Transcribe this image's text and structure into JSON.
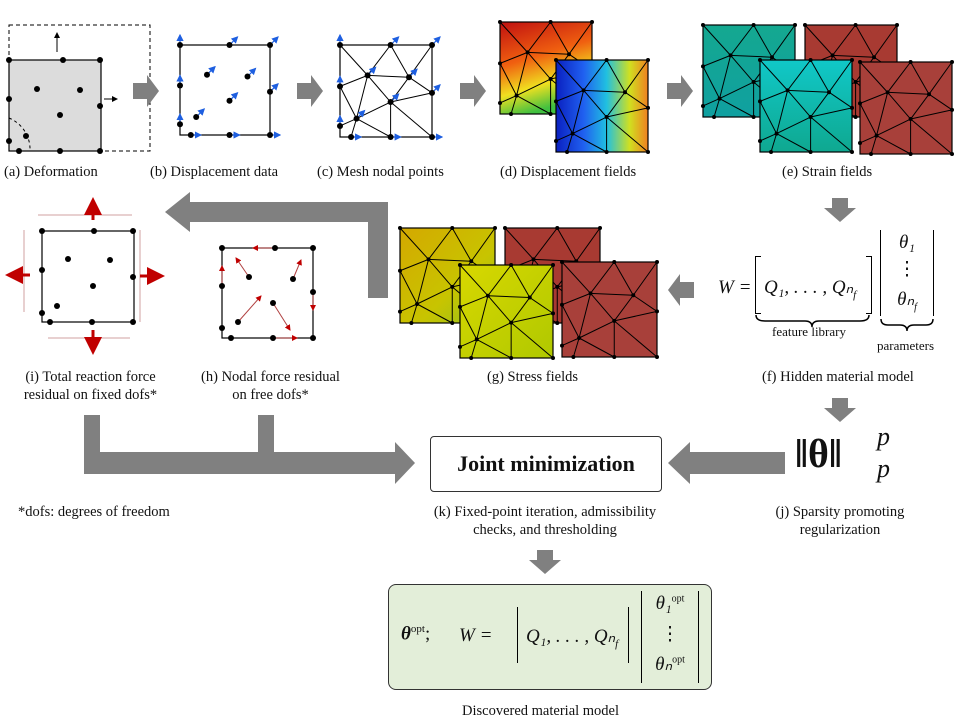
{
  "panels": {
    "a": "(a) Deformation",
    "b": "(b) Displacement data",
    "c": "(c) Mesh nodal points",
    "d": "(d) Displacement fields",
    "e": "(e) Strain fields",
    "f": "(f) Hidden material model",
    "g": "(g) Stress fields",
    "h1": "(h) Nodal force residual",
    "h2": "on free dofs*",
    "i1": "(i) Total reaction force",
    "i2": "residual on fixed dofs*",
    "j1": "(j) Sparsity promoting",
    "j2": "regularization",
    "k1": "(k) Fixed-point iteration, admissibility",
    "k2": "checks, and thresholding",
    "discovered": "Discovered material model"
  },
  "footnote": "*dofs: degrees of freedom",
  "joint_minimization": "Joint minimization",
  "model": {
    "W": "W =",
    "features": "Q₁, . . . , Qₙ",
    "feature_sub": "f",
    "feature_library": "feature library",
    "theta_top": "θ₁",
    "theta_dots": "⋮",
    "theta_bottom": "θₙ",
    "parameters": "parameters",
    "norm": "‖θ‖",
    "norm_sup": "p",
    "norm_sub": "p",
    "theta_opt": "θ",
    "opt": "opt",
    "semicolon": ";",
    "theta1_opt": "θ₁",
    "thetan_opt": "θₙ"
  },
  "colors": {
    "arrow": "#808080",
    "blue_arrow": "#1e5fe0",
    "red_arrow": "#c00000",
    "green_box": "#e3eed9",
    "strain_teal": "#1aa595",
    "stress_red": "#a83a32",
    "stress_yellow": "#c8c000"
  }
}
